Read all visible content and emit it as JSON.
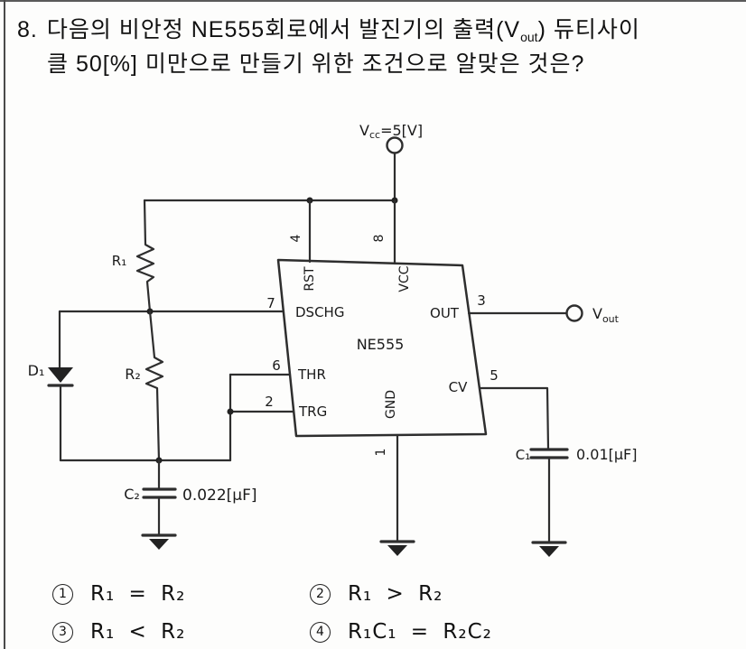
{
  "question": {
    "number": "8.",
    "line1_pre": "다음의 비안정 NE555회로에서 발진기의 출력(V",
    "line1_sub": "out",
    "line1_post": ") 듀티사이",
    "line2": "클 50[%] 미만으로 만들기 위한 조건으로 알맞은 것은?"
  },
  "circuit": {
    "supply": {
      "v": "V",
      "v_sub": "cc",
      "v_val": "=5[V]"
    },
    "output": {
      "v": "V",
      "v_sub": "out"
    },
    "chip": {
      "name": "NE555",
      "pins": {
        "rst": "RST",
        "vcc": "VCC",
        "dschg": "DSCHG",
        "thr": "THR",
        "trg": "TRG",
        "out": "OUT",
        "cv": "CV",
        "gnd": "GND"
      },
      "numbers": {
        "n4": "4",
        "n8": "8",
        "n7": "7",
        "n6": "6",
        "n2": "2",
        "n3": "3",
        "n5": "5",
        "n1": "1"
      }
    },
    "components": {
      "r1": "R₁",
      "r2": "R₂",
      "d1": "D₁",
      "c2_label": "C₂",
      "c2_value": "0.022[μF]",
      "c1_label": "C₁",
      "c1_value": "0.01[μF]"
    }
  },
  "options": [
    {
      "num": "1",
      "text": "R₁ = R₂"
    },
    {
      "num": "2",
      "text": "R₁ > R₂"
    },
    {
      "num": "3",
      "text": "R₁ < R₂"
    },
    {
      "num": "4",
      "text": "R₁C₁ = R₂C₂"
    }
  ],
  "colors": {
    "ink": "#1a1a1a",
    "paper": "#fdfdfc"
  }
}
